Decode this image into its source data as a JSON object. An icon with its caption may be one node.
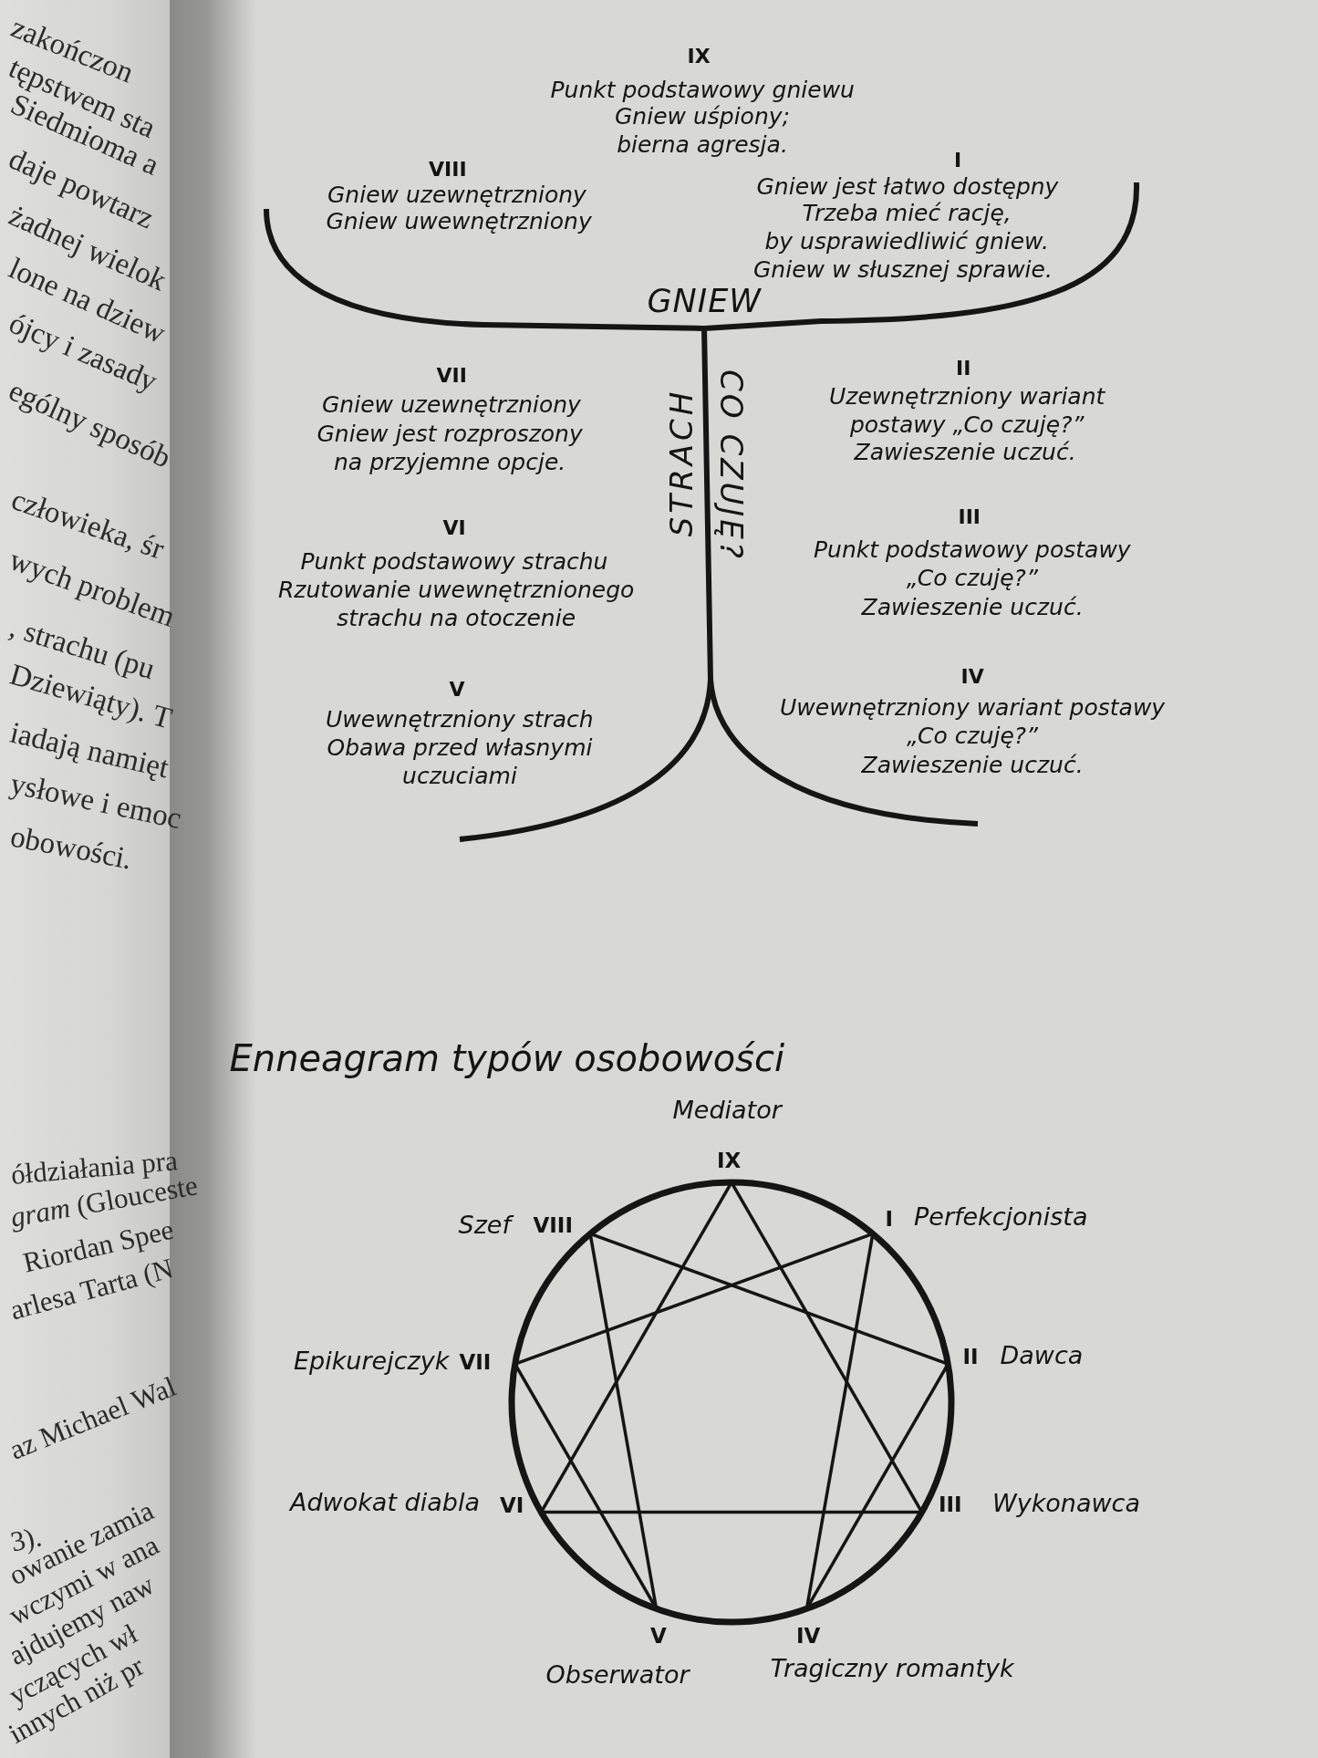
{
  "diagram": {
    "labels": [
      "zakończon",
      "tępstwem sta",
      "Siedmioma a",
      "daje powtarz",
      "żadnej wielok",
      "lone na dziew",
      "ójcy i zasady",
      "ególny sposób",
      "człowieka, śr",
      "wych problem",
      ", strachu (pu",
      "Dziewiąty). T",
      "iadają namięt",
      "ysłowe i emoc",
      "obowości.",
      "ółdziałania pra",
      "*gram* (Glouceste",
      "Riordan Spee",
      "arlesa Tarta (N",
      "az Michael Wal",
      "3).",
      "owanie zamia",
      "wczymi w ana",
      "ajdujemy naw",
      "yczących wł",
      "innych niż pr",
      "IX",
      "Punkt podstawowy gniewu",
      "Gniew uśpiony; bierna agresja.",
      "VIII",
      "Gniew uzewnętrzniony",
      "Gniew uwewnętrzniony",
      "I",
      "Gniew jest łatwo dostępny",
      "Trzeba mieć rację, by usprawiedliwić gniew.",
      "Gniew w słusznej sprawie.",
      "GNIEW",
      "VII",
      "Gniew uzewnętrzniony",
      "Gniew jest rozproszony na przyjemne opcje.",
      "II",
      "Uzewnętrzniony wariant postawy „Co czuję?”",
      "Zawieszenie uczuć.",
      "STRACH",
      "CO CZUJĘ?",
      "VI",
      "Punkt podstawowy strachu",
      "Rzutowanie uwewnętrznionego strachu na otoczenie",
      "III",
      "Punkt podstawowy postawy „Co czuję?”",
      "Zawieszenie uczuć.",
      "V",
      "Uwewnętrzniony strach",
      "Obawa przed własnymi uczuciami",
      "IV",
      "Uwewnętrzniony wariant postawy „Co czuję?”",
      "Zawieszenie uczuć.",
      "Enneagram typów osobowości",
      "Mediator",
      "IX",
      "Szef",
      "VIII",
      "I",
      "Perfekcjonista",
      "Epikurejczyk",
      "VII",
      "II",
      "Dawca",
      "Adwokat diabla",
      "VI",
      "III",
      "Wykonawca",
      "V",
      "IV",
      "Obserwator",
      "Tragiczny romantyk"
    ]
  }
}
